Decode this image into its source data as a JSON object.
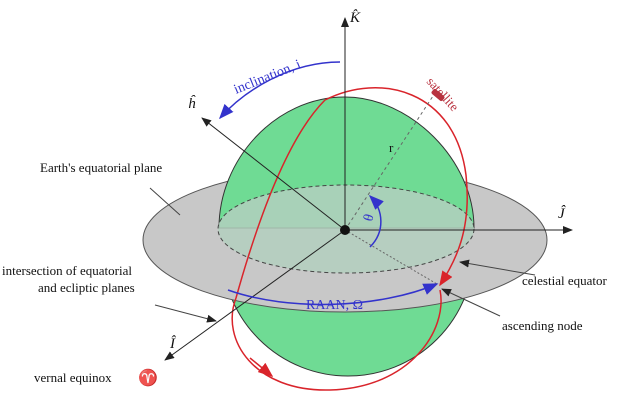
{
  "labels": {
    "k_axis": "K̂",
    "h_axis": "ĥ",
    "j_axis": "Ĵ",
    "i_axis": "Î",
    "inclination": "inclination, i",
    "satellite": "satellite",
    "r": "r",
    "theta": "θ",
    "equatorial_plane": "Earth's equatorial plane",
    "intersection_line1": "intersection of equatorial",
    "intersection_line2": "and ecliptic planes",
    "celestial_equator": "celestial equator",
    "raan": "RAAN, Ω",
    "ascending_node": "ascending node",
    "vernal_equinox": "vernal equinox",
    "aries": "♈"
  },
  "colors": {
    "sphere": "#6fdb94",
    "plane": "#c8c8c8",
    "orbit": "#d9242b",
    "blue": "#3333cc",
    "satellite": "#b8323f"
  }
}
